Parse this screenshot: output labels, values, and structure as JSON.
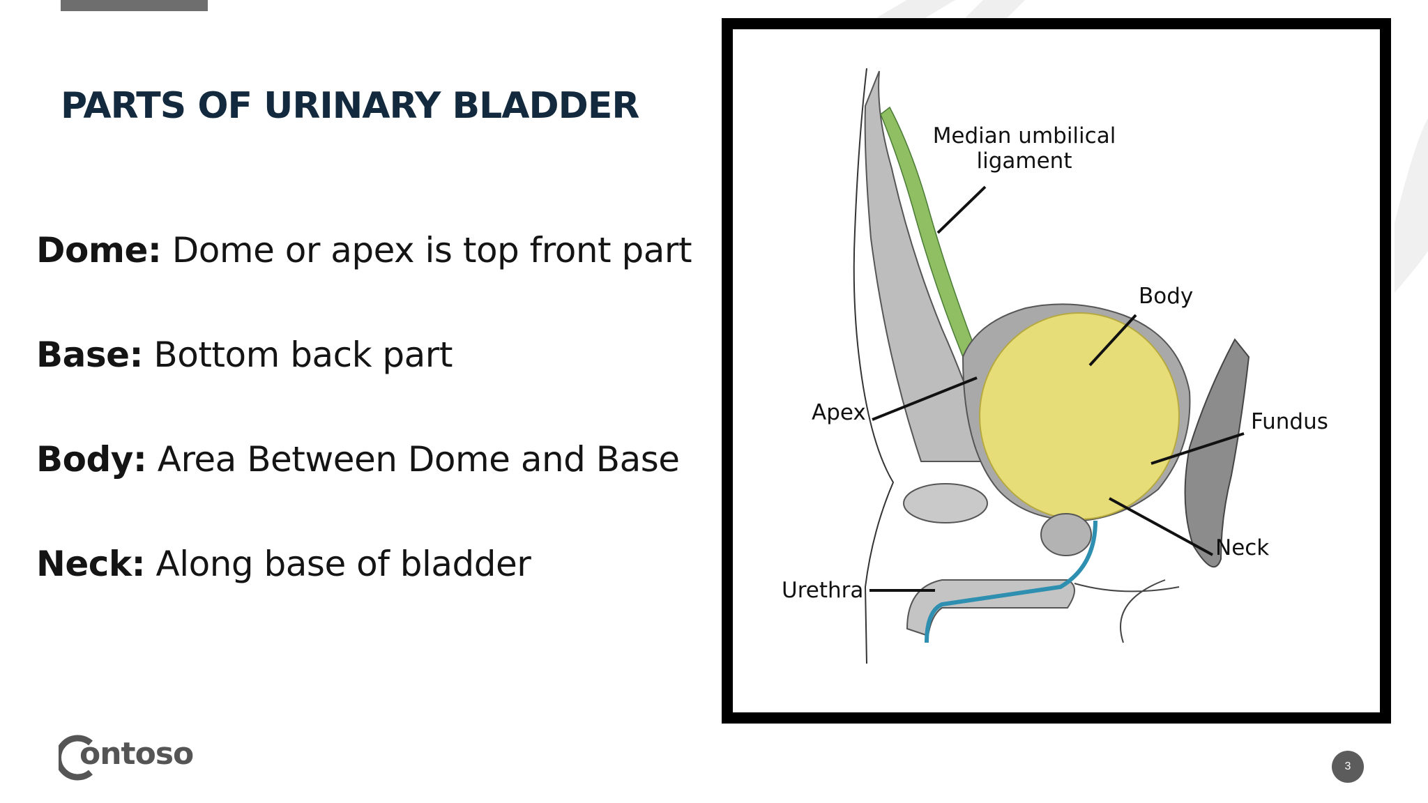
{
  "slide": {
    "title": "PARTS OF URINARY BLADDER",
    "parts": [
      {
        "term": "Dome:",
        "description": " Dome or apex is top front part"
      },
      {
        "term": "Base:",
        "description": " Bottom back part"
      },
      {
        "term": "Body:",
        "description": " Area Between Dome and Base"
      },
      {
        "term": "Neck:",
        "description": " Along base of bladder"
      }
    ],
    "page_number": "3"
  },
  "diagram": {
    "labels": {
      "median_umbilical_1": "Median umbilical",
      "median_umbilical_2": "ligament",
      "body": "Body",
      "apex": "Apex",
      "fundus": "Fundus",
      "neck": "Neck",
      "urethra": "Urethra"
    },
    "colors": {
      "bladder": "#e6dc78",
      "ligament": "#8fbf62",
      "urethra": "#2f8fb0",
      "tissue": "#bdbdbd"
    }
  },
  "branding": {
    "logo_text": "ontoso",
    "logo_icon": "contoso-c-icon"
  }
}
